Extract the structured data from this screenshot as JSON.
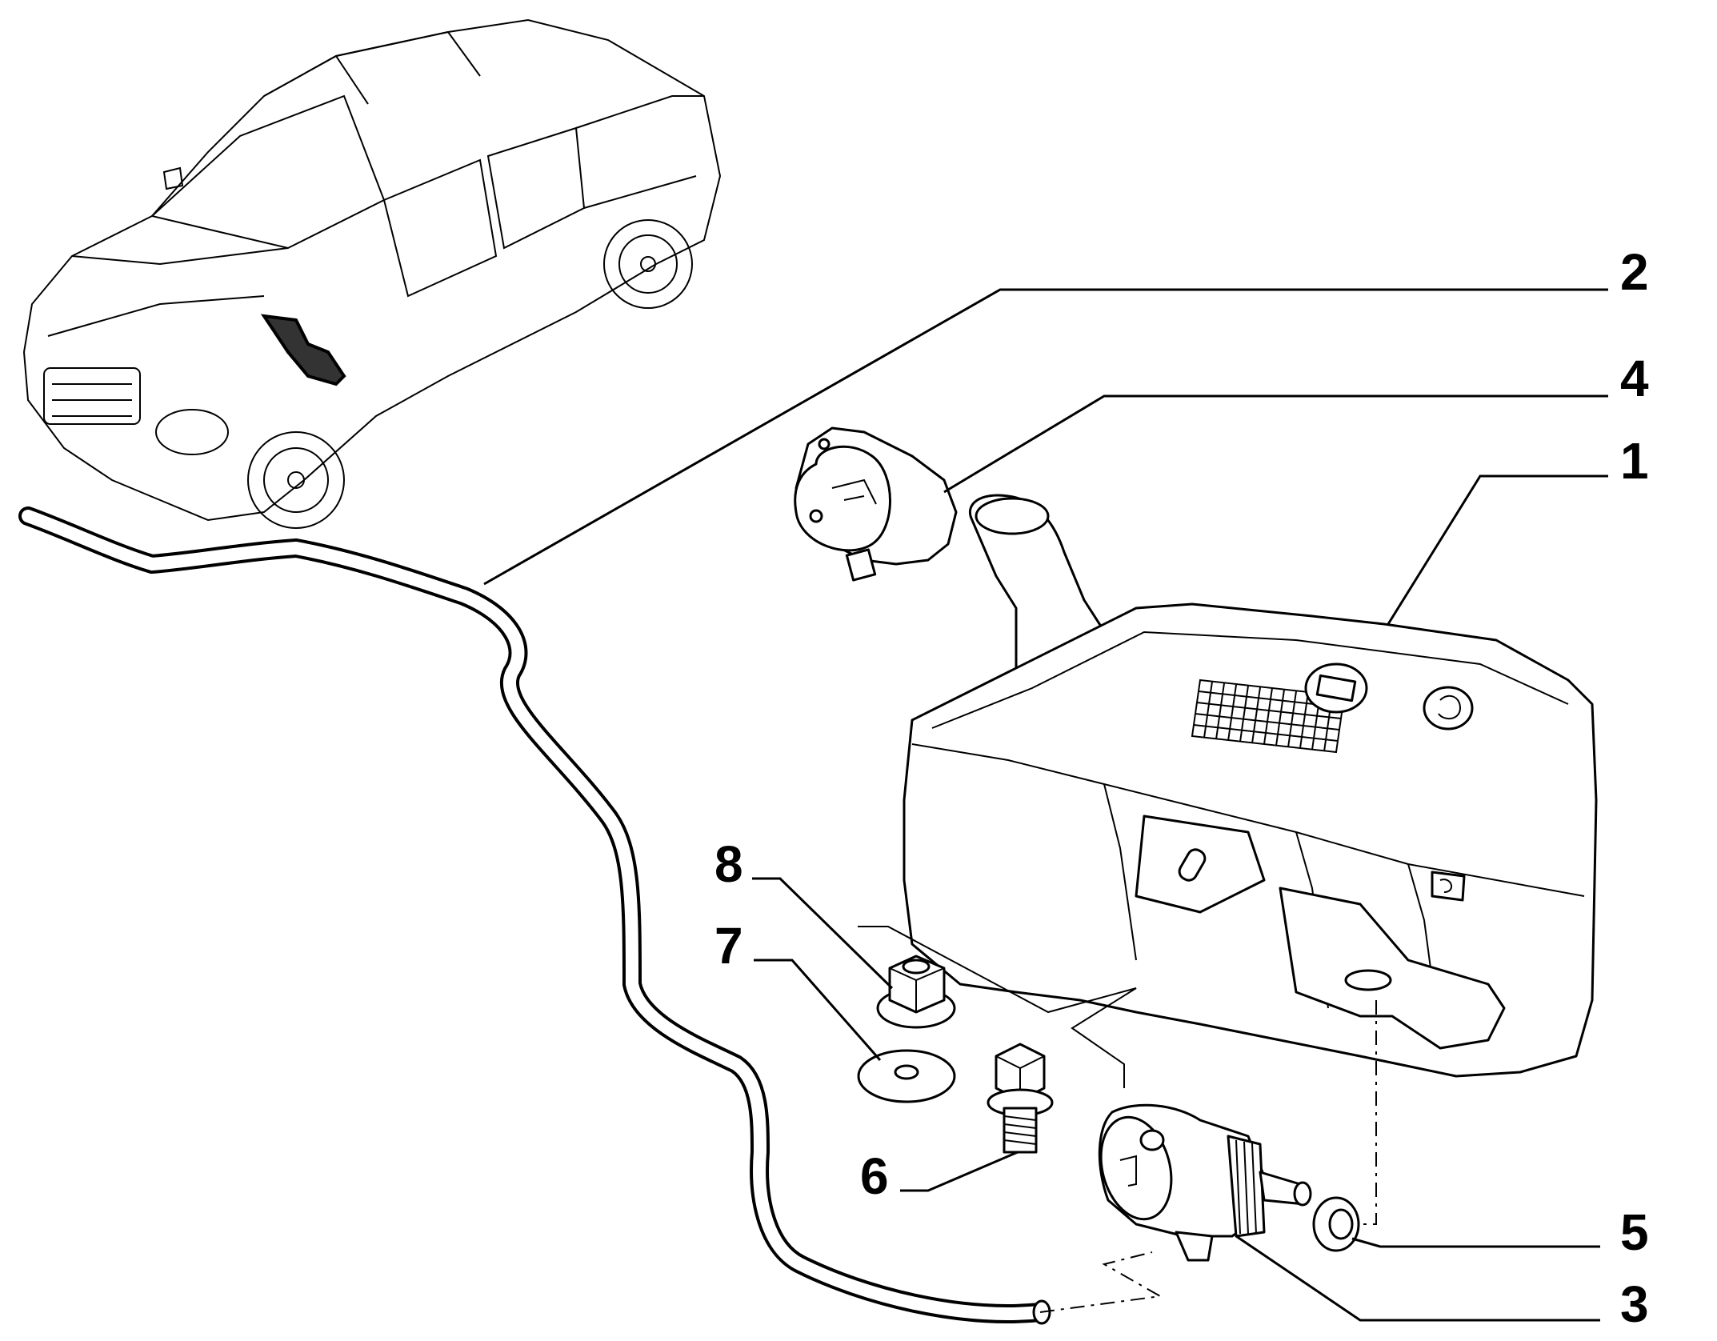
{
  "diagram": {
    "callouts": [
      {
        "id": "2",
        "label": "2"
      },
      {
        "id": "4",
        "label": "4"
      },
      {
        "id": "1",
        "label": "1"
      },
      {
        "id": "8",
        "label": "8"
      },
      {
        "id": "7",
        "label": "7"
      },
      {
        "id": "6",
        "label": "6"
      },
      {
        "id": "5",
        "label": "5"
      },
      {
        "id": "3",
        "label": "3"
      }
    ],
    "parts": [
      {
        "callout": "1",
        "icon": "washer-fluid-reservoir-icon"
      },
      {
        "callout": "2",
        "icon": "washer-hose-icon"
      },
      {
        "callout": "3",
        "icon": "washer-pump-icon"
      },
      {
        "callout": "4",
        "icon": "reservoir-filler-cap-icon"
      },
      {
        "callout": "5",
        "icon": "pump-grommet-icon"
      },
      {
        "callout": "6",
        "icon": "flange-bolt-icon"
      },
      {
        "callout": "7",
        "icon": "flat-washer-icon"
      },
      {
        "callout": "8",
        "icon": "flange-nut-icon"
      }
    ],
    "overview": {
      "icon": "pickup-truck-icon"
    },
    "colors": {
      "line": "#000000",
      "background": "#ffffff"
    }
  }
}
